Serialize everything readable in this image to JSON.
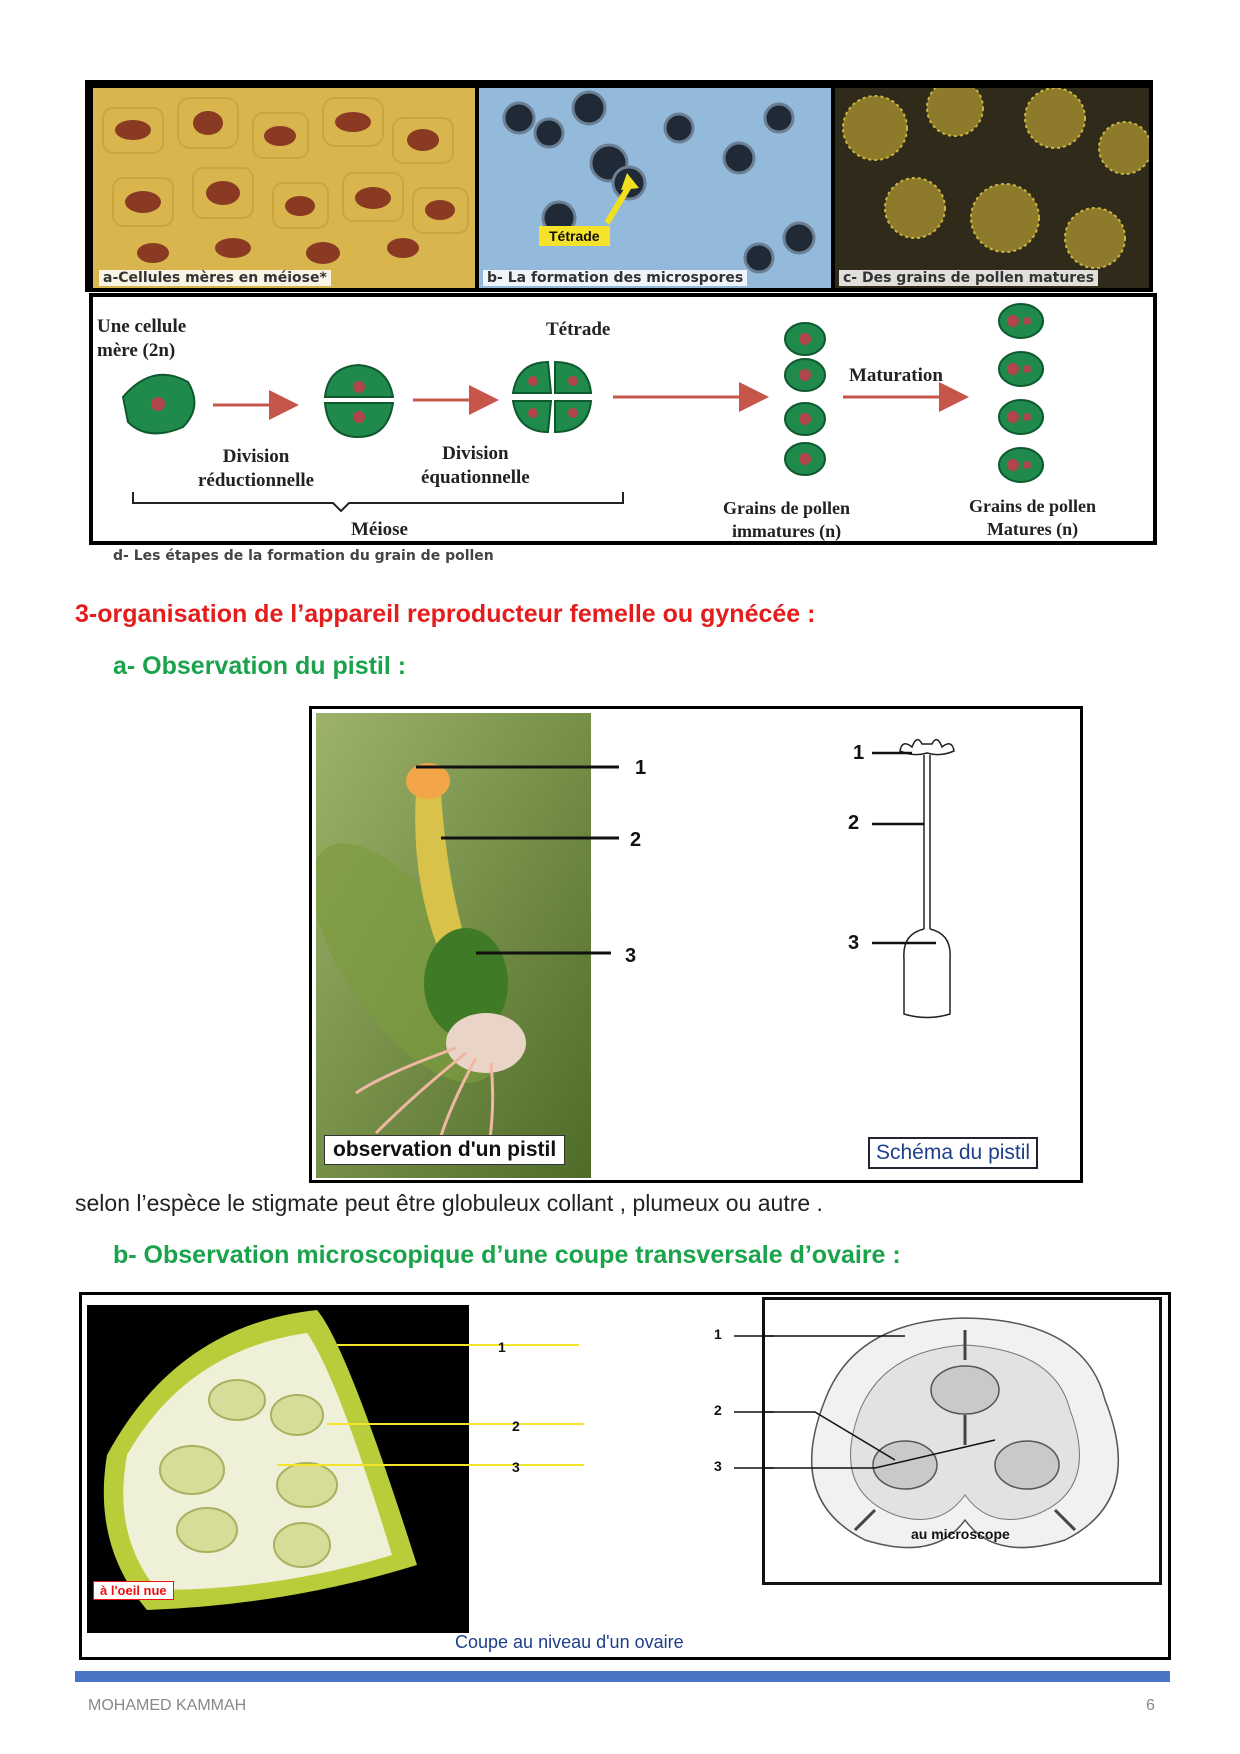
{
  "top_figure": {
    "panels": [
      {
        "caption": "a-Cellules mères en méiose*"
      },
      {
        "caption": "b- La formation des microspores",
        "tag": "Tétrade"
      },
      {
        "caption": "c- Des grains de pollen matures"
      }
    ]
  },
  "diagram": {
    "mother_cell": "Une cellule\nmère (2n)",
    "tetrade": "Tétrade",
    "division_reductionnelle": "Division\nréductionnelle",
    "division_equationnelle": "Division\néquationnelle",
    "meiose": "Méiose",
    "maturation": "Maturation",
    "immature": "Grains de pollen\nimmatures (n)",
    "mature": "Grains de pollen\nMatures (n)",
    "caption": "d- Les étapes de la formation du grain de pollen"
  },
  "section3": {
    "title": "3-organisation de l’appareil reproducteur femelle ou gynécée :",
    "sub_a": "a-  Observation du pistil :",
    "sub_b": "b-  Observation microscopique d’une coupe transversale d’ovaire :"
  },
  "pistil_figure": {
    "photo_caption": "observation d'un pistil",
    "schema_caption": "Schéma du pistil",
    "labels": [
      "1",
      "2",
      "3"
    ]
  },
  "paragraph": "selon l’espèce le stigmate peut être globuleux collant , plumeux ou autre .",
  "ovary_figure": {
    "naked_eye": "à l'oeil nue",
    "microscope": "au microscope",
    "caption": "Coupe au niveau d'un ovaire",
    "labels": [
      "1",
      "2",
      "3"
    ]
  },
  "footer": {
    "author": "MOHAMED KAMMAH",
    "page": "6"
  },
  "colors": {
    "heading_red": "#e51c1c",
    "heading_green": "#1aa34a",
    "footer_bar": "#4a74c4",
    "cell_green": "#1f8a4c",
    "nucleus": "#b0464c"
  }
}
